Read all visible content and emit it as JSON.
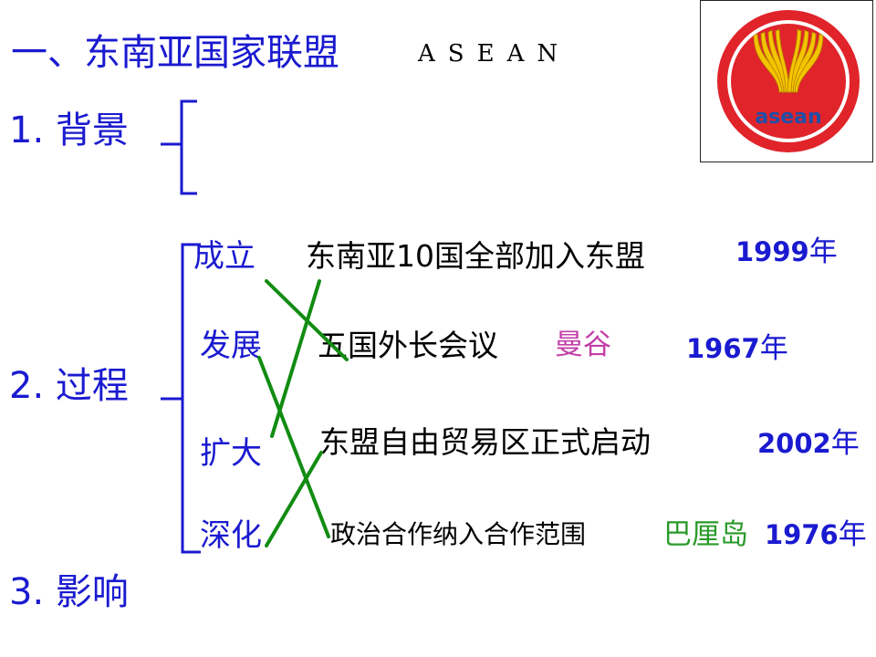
{
  "title": {
    "text": "一、东南亚国家联盟",
    "latin": "ASEAN"
  },
  "sections": [
    {
      "label": "1. 背景"
    },
    {
      "label": "2. 过程"
    },
    {
      "label": "3. 影响"
    }
  ],
  "stages": [
    "成立",
    "发展",
    "扩大",
    "深化"
  ],
  "events": [
    "东南亚10国全部加入东盟",
    "五国外长会议",
    "东盟自由贸易区正式启动",
    "政治合作纳入合作范围"
  ],
  "places": [
    {
      "text": "曼谷",
      "color": "#c23fa8"
    },
    {
      "text": "巴厘岛",
      "color": "#2a9a2a"
    }
  ],
  "years": [
    {
      "num": "1999",
      "unit": "年"
    },
    {
      "num": "1967",
      "unit": "年"
    },
    {
      "num": "2002",
      "unit": "年"
    },
    {
      "num": "1976",
      "unit": "年"
    }
  ],
  "logo": {
    "text": "asean",
    "ring_color": "#e0242a",
    "inner_color": "#1f4fa8",
    "stalk_color": "#f4c400"
  },
  "colors": {
    "heading": "#1a1ad0",
    "connector": "#128c12",
    "bracket": "#1a1ad0"
  }
}
